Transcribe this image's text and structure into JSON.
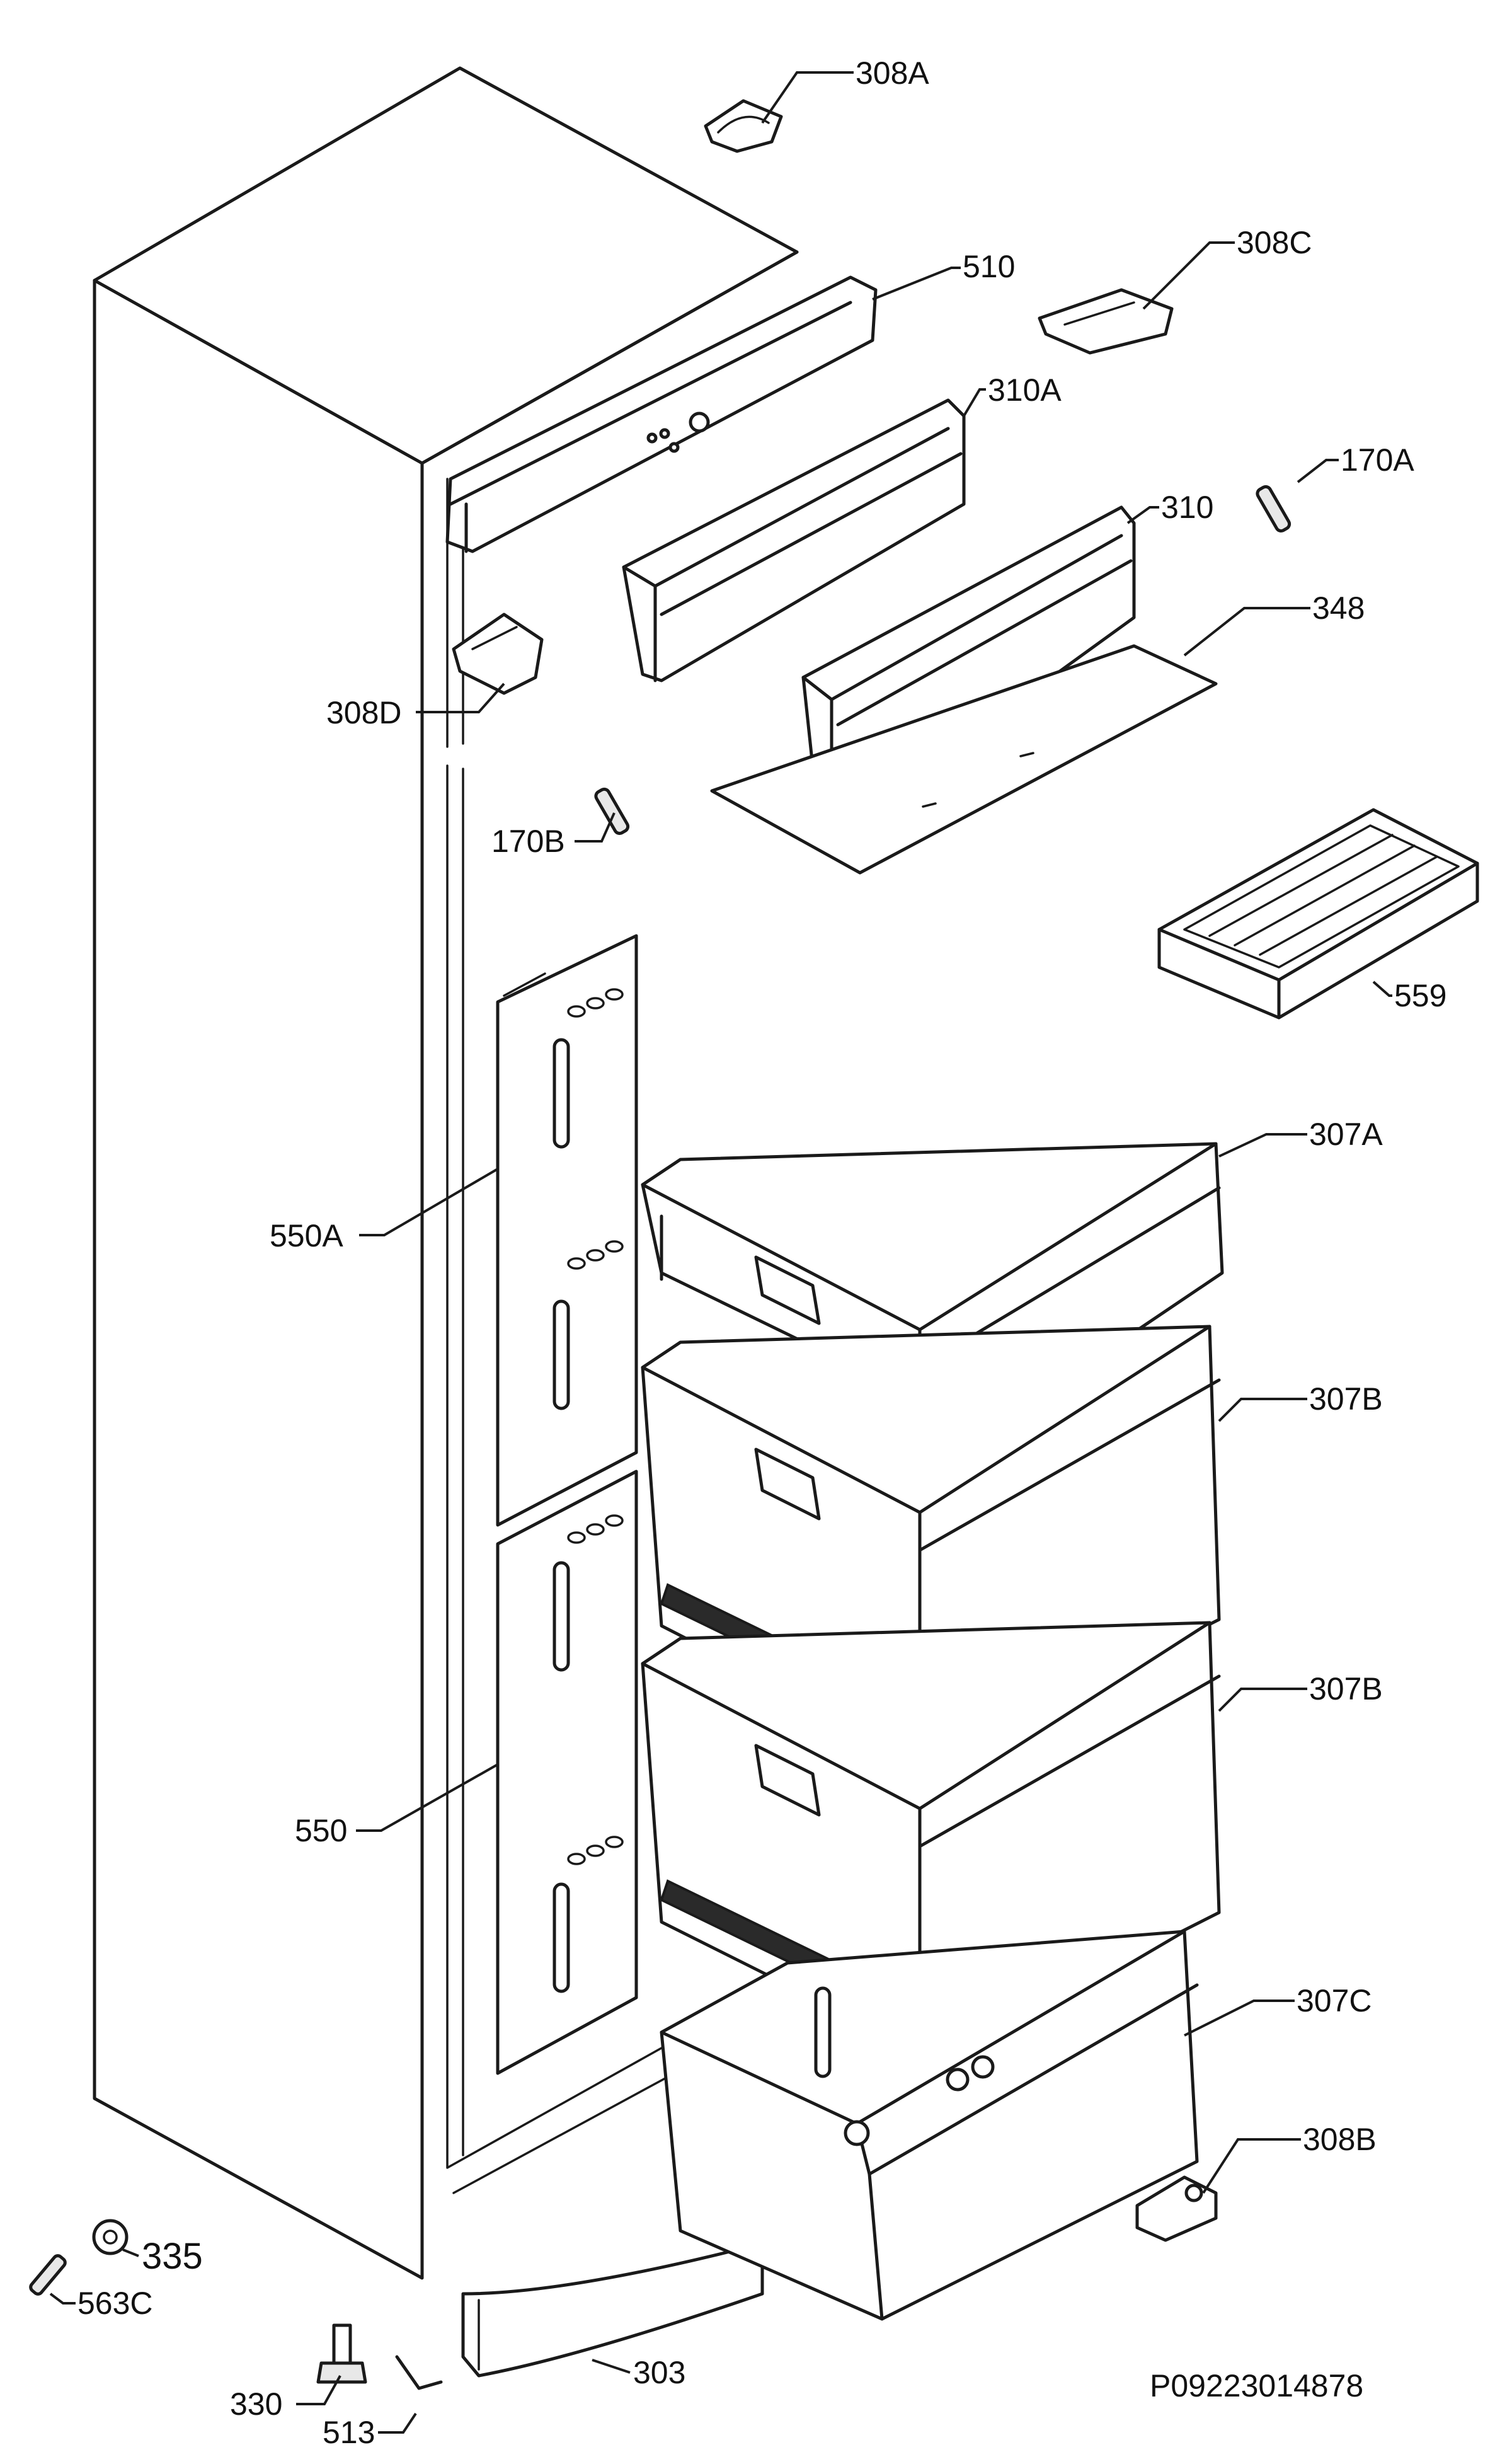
{
  "diagram": {
    "reference": "P09223014878",
    "callouts": [
      {
        "id": "308A",
        "text": "308A"
      },
      {
        "id": "510",
        "text": "510"
      },
      {
        "id": "308C",
        "text": "308C"
      },
      {
        "id": "310A",
        "text": "310A"
      },
      {
        "id": "170A",
        "text": "170A"
      },
      {
        "id": "310",
        "text": "310"
      },
      {
        "id": "348",
        "text": "348"
      },
      {
        "id": "308D",
        "text": "308D"
      },
      {
        "id": "170B",
        "text": "170B"
      },
      {
        "id": "559",
        "text": "559"
      },
      {
        "id": "307A",
        "text": "307A"
      },
      {
        "id": "550A",
        "text": "550A"
      },
      {
        "id": "307B_1",
        "text": "307B"
      },
      {
        "id": "307B_2",
        "text": "307B"
      },
      {
        "id": "550",
        "text": "550"
      },
      {
        "id": "307C",
        "text": "307C"
      },
      {
        "id": "308B",
        "text": "308B"
      },
      {
        "id": "335",
        "text": "335"
      },
      {
        "id": "563C",
        "text": "563C"
      },
      {
        "id": "330",
        "text": "330"
      },
      {
        "id": "513",
        "text": "513"
      },
      {
        "id": "303",
        "text": "303"
      }
    ]
  }
}
